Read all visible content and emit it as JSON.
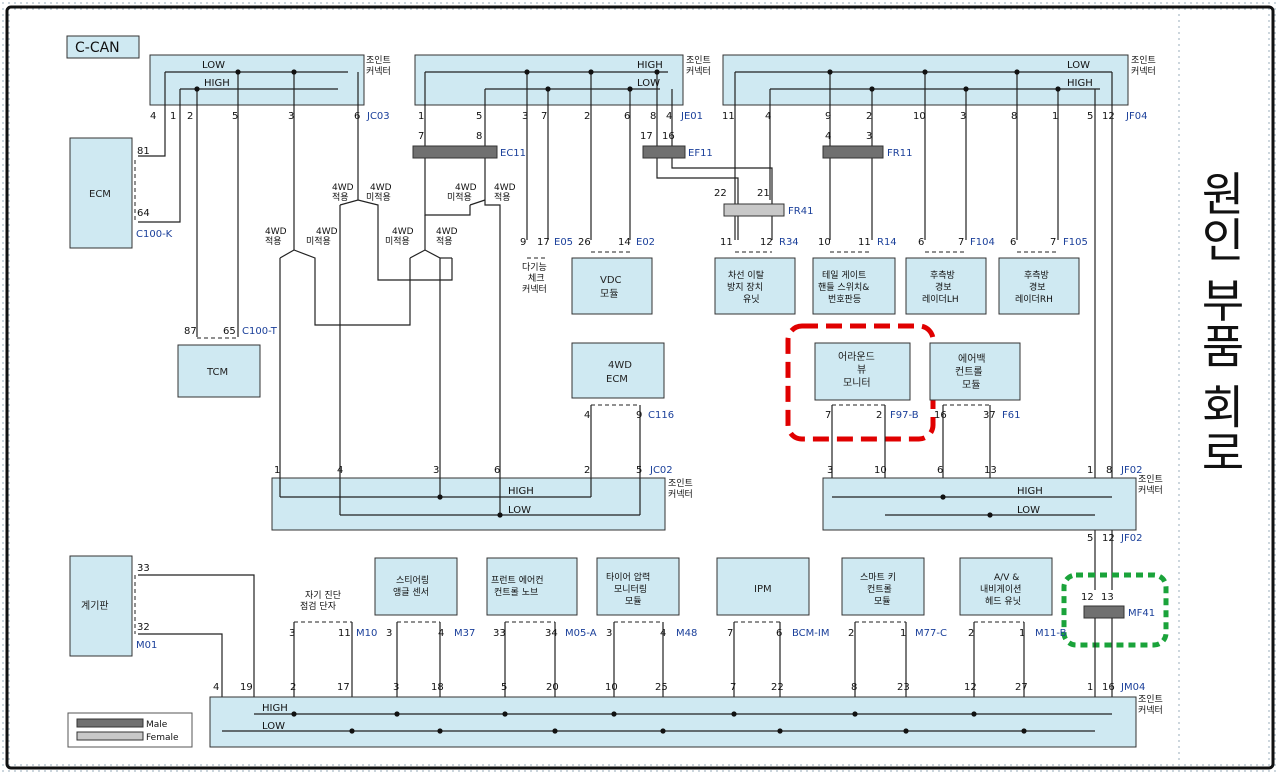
{
  "title": "C-CAN",
  "side_text": "원인 부품 회로",
  "joint_connector_label": [
    "조인트",
    "커넥터"
  ],
  "bus": {
    "high": "HIGH",
    "low": "LOW"
  },
  "legend": {
    "male": "Male",
    "female": "Female"
  },
  "joints": {
    "jc03": {
      "code": "JC03",
      "pins": [
        "4",
        "1",
        "2",
        "5",
        "3",
        "6"
      ]
    },
    "je01": {
      "code": "JE01",
      "pins": [
        "1",
        "5",
        "3",
        "7",
        "2",
        "6",
        "8",
        "4"
      ]
    },
    "jf04": {
      "code": "JF04",
      "pins": [
        "11",
        "4",
        "9",
        "2",
        "10",
        "3",
        "8",
        "1",
        "5",
        "12"
      ]
    },
    "jc02": {
      "code": "JC02",
      "pins": [
        "1",
        "4",
        "3",
        "6",
        "2",
        "5"
      ]
    },
    "jf02": {
      "code": "JF02",
      "pins": [
        "3",
        "10",
        "6",
        "13",
        "1",
        "8"
      ],
      "bottom_pins": [
        "5",
        "12"
      ],
      "bottom_code": "JF02"
    },
    "jm04": {
      "code": "JM04",
      "pins": [
        "4",
        "19",
        "2",
        "17",
        "3",
        "18",
        "5",
        "20",
        "10",
        "25",
        "7",
        "22",
        "8",
        "23",
        "12",
        "27",
        "1",
        "16"
      ]
    }
  },
  "splices": {
    "ec11": {
      "code": "EC11",
      "pins": [
        "7",
        "8"
      ]
    },
    "ef11": {
      "code": "EF11",
      "pins": [
        "17",
        "16"
      ]
    },
    "fr41": {
      "code": "FR41",
      "pins": [
        "22",
        "21"
      ]
    },
    "fr11": {
      "code": "FR11",
      "pins": [
        "4",
        "3"
      ]
    },
    "mf41": {
      "code": "MF41",
      "pins": [
        "12",
        "13"
      ]
    }
  },
  "options": {
    "apply": [
      "4WD",
      "적용"
    ],
    "not_apply": [
      "4WD",
      "미적용"
    ]
  },
  "components": {
    "ecm": {
      "name": "ECM",
      "pins": [
        "81",
        "64"
      ],
      "code": "C100-K"
    },
    "tcm": {
      "name": "TCM",
      "pins": [
        "87",
        "65"
      ],
      "code": "C100-T"
    },
    "ecm4wd": {
      "name": [
        "4WD",
        "ECM"
      ],
      "pins": [
        "4",
        "9"
      ],
      "code": "C116"
    },
    "mfc": {
      "name": [
        "다기능",
        "체크",
        "커넥터"
      ],
      "pins": [
        "9",
        "17"
      ],
      "code": "E05"
    },
    "vdc": {
      "name": [
        "VDC",
        "모듈"
      ],
      "pins": [
        "26",
        "14"
      ],
      "code": "E02"
    },
    "ldws": {
      "name": [
        "차선 이탈",
        "방지 장치",
        "유닛"
      ],
      "pins": [
        "11",
        "12"
      ],
      "code": "R34"
    },
    "tailgate": {
      "name": [
        "테일 게이트",
        "핸들 스위치&",
        "번호판등"
      ],
      "pins": [
        "10",
        "11"
      ],
      "code": "R14"
    },
    "rearlh": {
      "name": [
        "후측방",
        "경보",
        "레이더LH"
      ],
      "pins": [
        "6",
        "7"
      ],
      "code": "F104"
    },
    "rearrh": {
      "name": [
        "후측방",
        "경보",
        "레이더RH"
      ],
      "pins": [
        "6",
        "7"
      ],
      "code": "F105"
    },
    "avm": {
      "name": [
        "어라운드",
        "뷰",
        "모니터"
      ],
      "pins": [
        "7",
        "2"
      ],
      "code": "F97-B"
    },
    "airbag": {
      "name": [
        "에어백",
        "컨트롤",
        "모듈"
      ],
      "pins": [
        "16",
        "37"
      ],
      "code": "F61"
    },
    "cluster": {
      "name": "계기판",
      "pins": [
        "33",
        "32"
      ],
      "code": "M01"
    },
    "diag": {
      "name": [
        "자기 진단",
        "점검 단자"
      ],
      "pins": [
        "3",
        "11"
      ],
      "code": "M10"
    },
    "steer": {
      "name": [
        "스티어링",
        "앵글 센서"
      ],
      "pins": [
        "3",
        "4"
      ],
      "code": "M37"
    },
    "frontac": {
      "name": [
        "프런트 에어컨",
        "컨트롤 노브"
      ],
      "pins": [
        "33",
        "34"
      ],
      "code": "M05-A"
    },
    "tpms": {
      "name": [
        "타이어 압력",
        "모니터링",
        "모듈"
      ],
      "pins": [
        "3",
        "4"
      ],
      "code": "M48"
    },
    "ipm": {
      "name": "IPM",
      "pins": [
        "7",
        "6"
      ],
      "code": "BCM-IM"
    },
    "smartkey": {
      "name": [
        "스마트 키",
        "컨트롤",
        "모듈"
      ],
      "pins": [
        "2",
        "1"
      ],
      "code": "M77-C"
    },
    "avn": {
      "name": [
        "A/V &",
        "내비게이션",
        "헤드 유닛"
      ],
      "pins": [
        "2",
        "1"
      ],
      "code": "M11-B"
    }
  },
  "colors": {
    "box_fill": "#cfe9f2",
    "highlight_red": "#e00000",
    "highlight_green": "#1aa33a",
    "male": "#707070",
    "female": "#c8c8c8"
  }
}
